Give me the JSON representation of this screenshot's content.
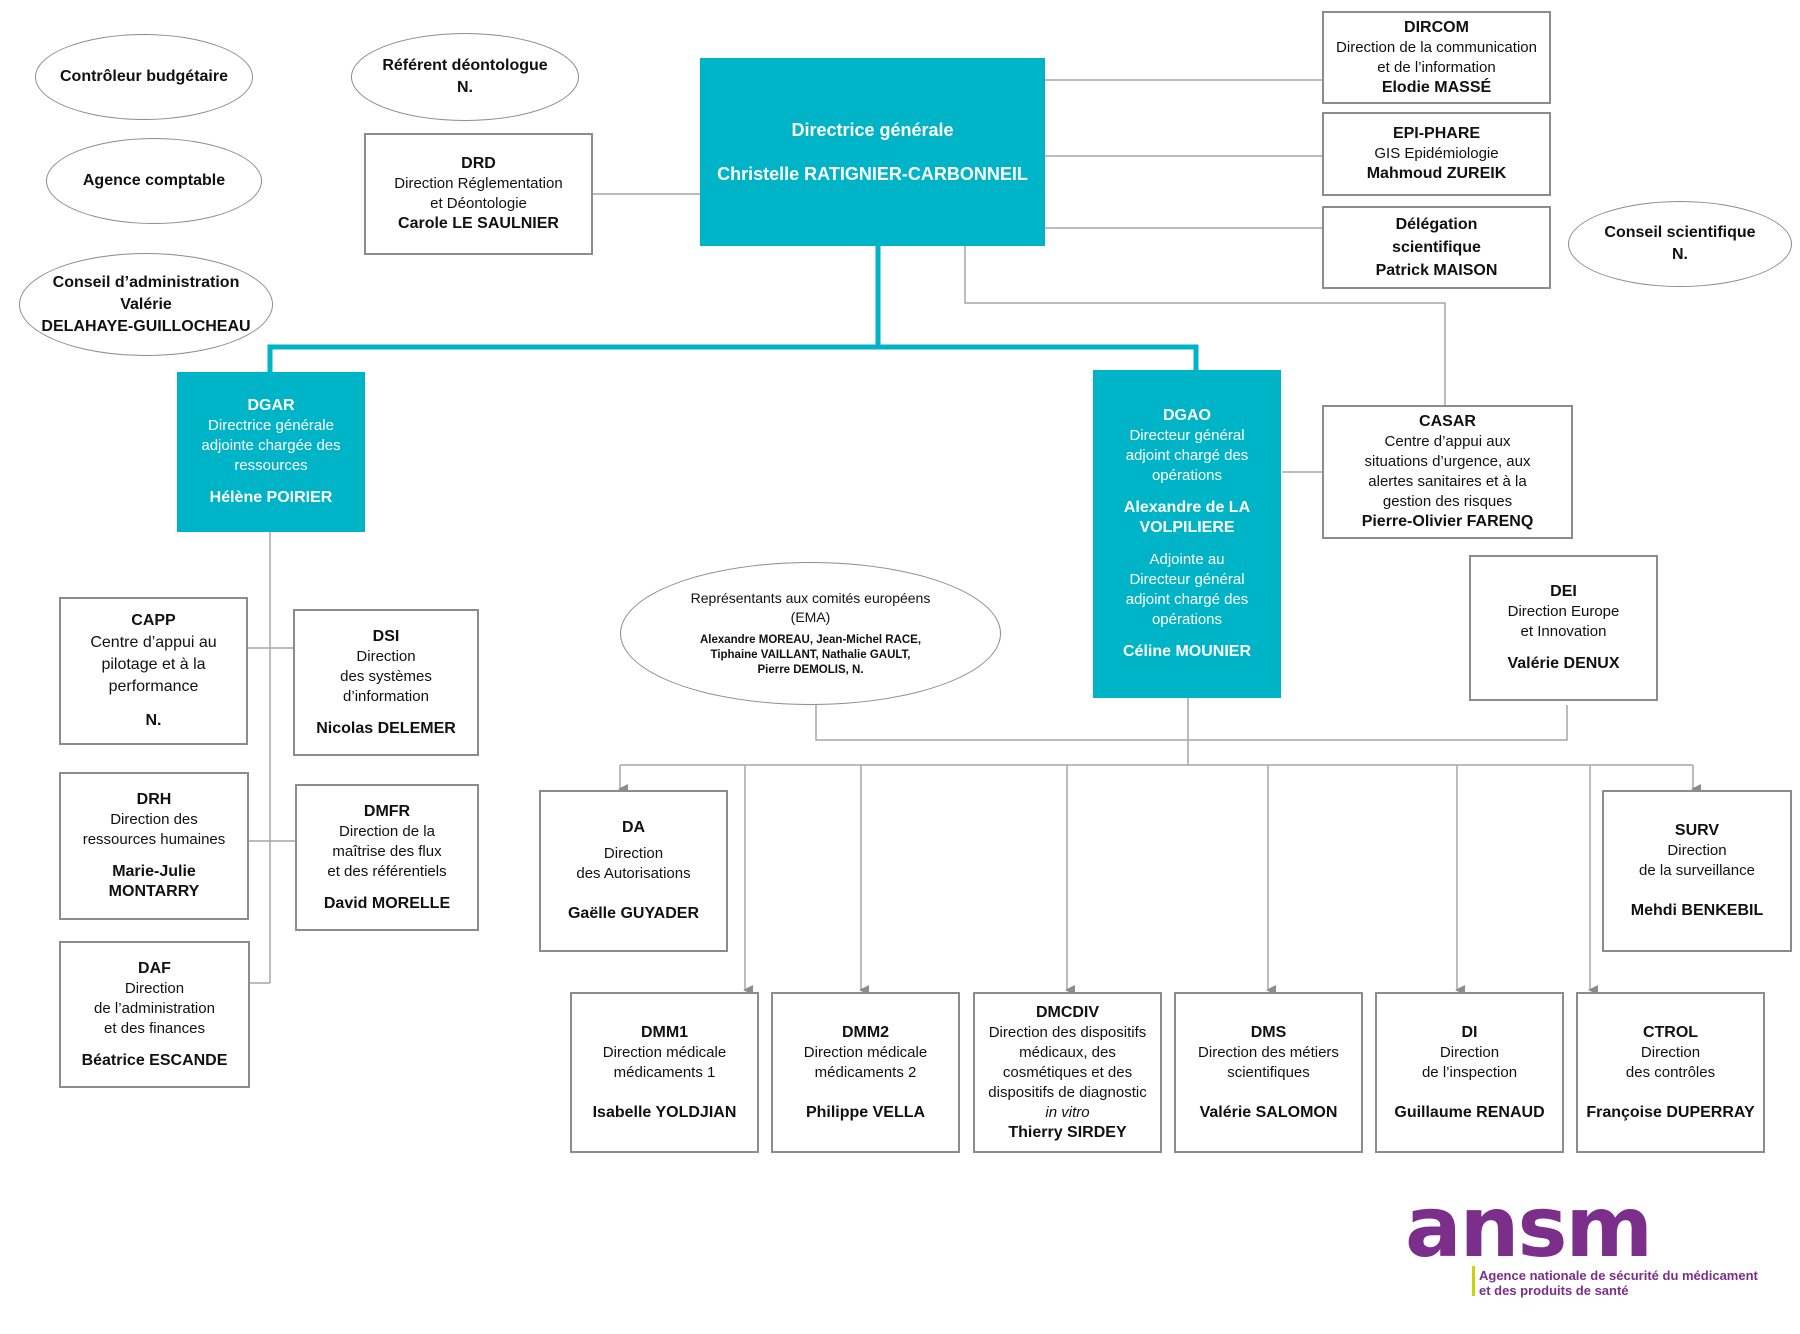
{
  "top": {
    "abbr": "",
    "role": "Directrice générale",
    "name": "Christelle RATIGNIER-CARBONNEIL"
  },
  "ovals": {
    "controleur": "Contrôleur budgétaire",
    "agence": "Agence comptable",
    "conseil_admin_title": "Conseil d’administration",
    "conseil_admin_name1": "Valérie",
    "conseil_admin_name2": "DELAHAYE-GUILLOCHEAU",
    "referent_title": "Référent déontologue",
    "referent_name": "N.",
    "conseil_sci_title": "Conseil scientifique",
    "conseil_sci_name": "N.",
    "ema_title": "Représentants aux comités européens",
    "ema_sub": "(EMA)",
    "ema_line1": "Alexandre MOREAU, Jean-Michel RACE,",
    "ema_line2": "Tiphaine VAILLANT, Nathalie GAULT,",
    "ema_line3": "Pierre DEMOLIS, N."
  },
  "drd": {
    "abbr": "DRD",
    "l1": "Direction Réglementation",
    "l2": "et Déontologie",
    "name": "Carole LE SAULNIER"
  },
  "dircom": {
    "abbr": "DIRCOM",
    "l1": "Direction de la communication",
    "l2": "et de l’information",
    "name": "Elodie MASSÉ"
  },
  "epiphare": {
    "abbr": "EPI-PHARE",
    "l1": "GIS Epidémiologie",
    "name": "Mahmoud ZUREIK"
  },
  "delegation": {
    "l1": "Délégation",
    "l2": "scientifique",
    "name": "Patrick MAISON"
  },
  "casar": {
    "abbr": "CASAR",
    "l1": "Centre d’appui aux",
    "l2": "situations d’urgence, aux",
    "l3": "alertes sanitaires et à la",
    "l4": "gestion des risques",
    "name": "Pierre-Olivier FARENQ"
  },
  "dei": {
    "abbr": "DEI",
    "l1": "Direction Europe",
    "l2": "et Innovation",
    "name": "Valérie DENUX"
  },
  "dgar": {
    "abbr": "DGAR",
    "l1": "Directrice générale",
    "l2": "adjointe chargée des",
    "l3": "ressources",
    "name": "Hélène POIRIER"
  },
  "dgao": {
    "abbr": "DGAO",
    "l1": "Directeur général",
    "l2": "adjoint chargé des",
    "l3": "opérations",
    "name": "Alexandre de LA",
    "name2": "VOLPILIERE",
    "a1": "Adjointe au",
    "a2": "Directeur général",
    "a3": "adjoint chargé des",
    "a4": "opérations",
    "name3": "Céline MOUNIER"
  },
  "capp": {
    "abbr": "CAPP",
    "l1": "Centre d’appui au",
    "l2": "pilotage et à la",
    "l3": "performance",
    "name": "N."
  },
  "dsi": {
    "abbr": "DSI",
    "l1": "Direction",
    "l2": "des systèmes",
    "l3": "d’information",
    "name": "Nicolas DELEMER"
  },
  "drh": {
    "abbr": "DRH",
    "l1": "Direction des",
    "l2": "ressources humaines",
    "name": "Marie-Julie MONTARRY"
  },
  "dmfr": {
    "abbr": "DMFR",
    "l1": "Direction de la",
    "l2": "maîtrise des flux",
    "l3": "et des référentiels",
    "name": "David MORELLE"
  },
  "daf": {
    "abbr": "DAF",
    "l1": "Direction",
    "l2": "de l’administration",
    "l3": "et des finances",
    "name": "Béatrice ESCANDE"
  },
  "da": {
    "abbr": "DA",
    "l1": "Direction",
    "l2": "des Autorisations",
    "name": "Gaëlle GUYADER"
  },
  "surv": {
    "abbr": "SURV",
    "l1": "Direction",
    "l2": "de la surveillance",
    "name": "Mehdi BENKEBIL"
  },
  "dmm1": {
    "abbr": "DMM1",
    "l1": "Direction médicale",
    "l2": "médicaments 1",
    "name": "Isabelle YOLDJIAN"
  },
  "dmm2": {
    "abbr": "DMM2",
    "l1": "Direction médicale",
    "l2": "médicaments 2",
    "name": "Philippe VELLA"
  },
  "dmcdiv": {
    "abbr": "DMCDIV",
    "l1": "Direction des dispositifs",
    "l2": "médicaux, des",
    "l3": "cosmétiques et des",
    "l4": "dispositifs de diagnostic",
    "l5": "in vitro",
    "name": "Thierry SIRDEY"
  },
  "dms": {
    "abbr": "DMS",
    "l1": "Direction des métiers",
    "l2": "scientifiques",
    "name": "Valérie SALOMON"
  },
  "di": {
    "abbr": "DI",
    "l1": "Direction",
    "l2": "de l’inspection",
    "name": "Guillaume RENAUD"
  },
  "ctrol": {
    "abbr": "CTROL",
    "l1": "Direction",
    "l2": "des contrôles",
    "name": "Françoise DUPERRAY"
  },
  "logo": {
    "word": "ansm",
    "line1": "Agence nationale de sécurité du médicament",
    "line2": "et des produits de santé"
  },
  "colors": {
    "teal": "#00b4c8",
    "border": "#8c8c8c",
    "logo_purple": "#7b2e8a",
    "logo_green": "#c9d400"
  }
}
